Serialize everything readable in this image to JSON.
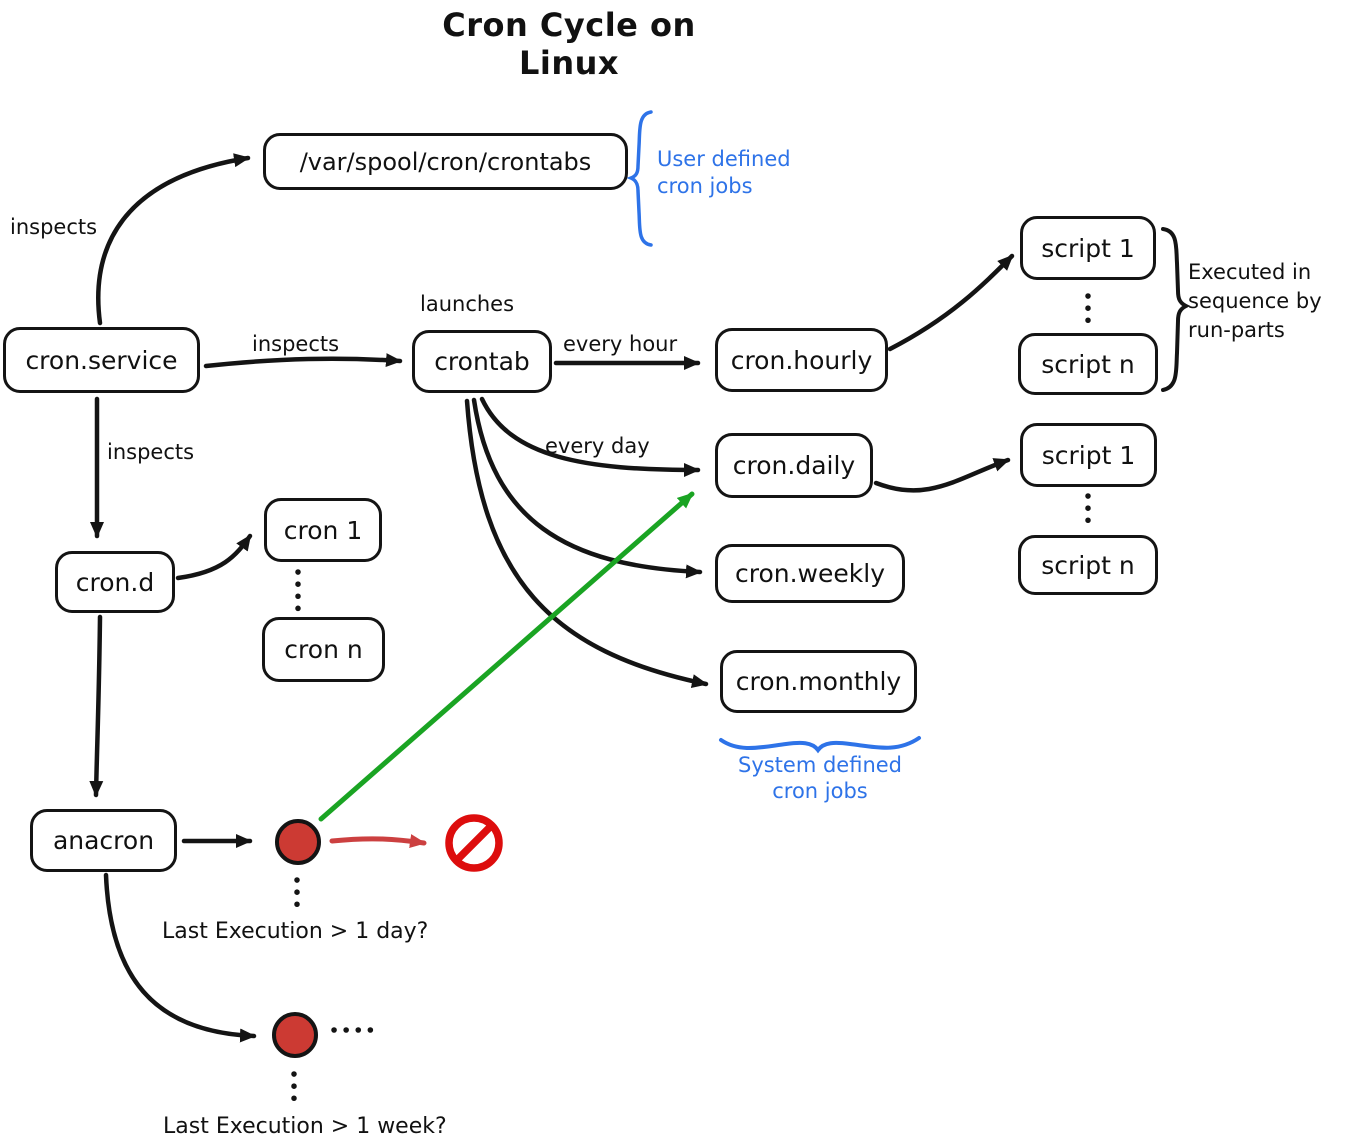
{
  "title": "Cron Cycle on Linux",
  "colors": {
    "line": "#141414",
    "blue_annotation": "#2e73e8",
    "green_arrow": "#1aa423",
    "red_circle_fill": "#cc3a33",
    "red_arrow": "#cc4040",
    "no_entry_red": "#dd0d0d"
  },
  "nodes": {
    "var_spool": {
      "label": "/var/spool/cron/crontabs"
    },
    "cron_service": {
      "label": "cron.service"
    },
    "crontab": {
      "label": "crontab"
    },
    "cron_hourly": {
      "label": "cron.hourly"
    },
    "cron_daily": {
      "label": "cron.daily"
    },
    "cron_weekly": {
      "label": "cron.weekly"
    },
    "cron_monthly": {
      "label": "cron.monthly"
    },
    "cron_d": {
      "label": "cron.d"
    },
    "cron_1": {
      "label": "cron 1"
    },
    "cron_n": {
      "label": "cron n"
    },
    "anacron": {
      "label": "anacron"
    },
    "script_1_hourly": {
      "label": "script 1"
    },
    "script_n_hourly": {
      "label": "script n"
    },
    "script_1_daily": {
      "label": "script 1"
    },
    "script_n_daily": {
      "label": "script n"
    }
  },
  "edge_labels": {
    "inspects_top": "inspects",
    "inspects_mid": "inspects",
    "inspects_down": "inspects",
    "launches": "launches",
    "every_hour": "every hour",
    "every_day": "every day"
  },
  "annotations": {
    "user_defined": {
      "line1": "User defined",
      "line2": "cron jobs"
    },
    "executed": {
      "line1": "Executed in",
      "line2": "sequence by",
      "line3": "run-parts"
    },
    "system_defined": {
      "line1": "System defined",
      "line2": "cron jobs"
    },
    "last_exec_day": "Last Execution > 1 day?",
    "last_exec_week": "Last Execution > 1 week?"
  }
}
